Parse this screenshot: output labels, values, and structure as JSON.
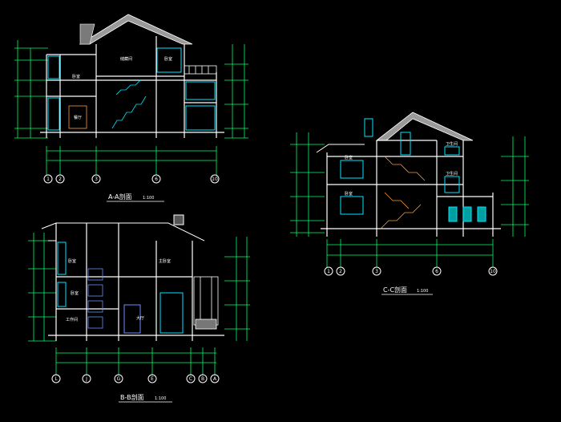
{
  "colors": {
    "background": "#000000",
    "wall": "#ffffff",
    "dimension": "#00ff66",
    "window": "#00e5ff",
    "roof_hatch": "#b0b0b0",
    "text": "#ffffff",
    "axis_bubble": "#ffffff",
    "elevation": "#ffff66",
    "blue_detail": "#6a8cff"
  },
  "sections": {
    "aa": {
      "title": "A-A剖面",
      "scale": "1:100",
      "axes": [
        "1",
        "2",
        "3",
        "6",
        "10"
      ],
      "rooms": [
        "卧室",
        "储藏间",
        "卧室",
        "餐厅"
      ]
    },
    "bb": {
      "title": "B-B剖面",
      "scale": "1:100",
      "axes": [
        "L",
        "J",
        "G",
        "E",
        "C",
        "B",
        "A"
      ],
      "rooms": [
        "卧室",
        "主卧室",
        "卧室",
        "工作间",
        "大厅"
      ]
    },
    "cc": {
      "title": "C-C剖面",
      "scale": "1:100",
      "axes": [
        "1",
        "2",
        "3",
        "6",
        "10"
      ],
      "rooms": [
        "卧室",
        "卫生间",
        "卧室",
        "卫生间"
      ]
    }
  }
}
